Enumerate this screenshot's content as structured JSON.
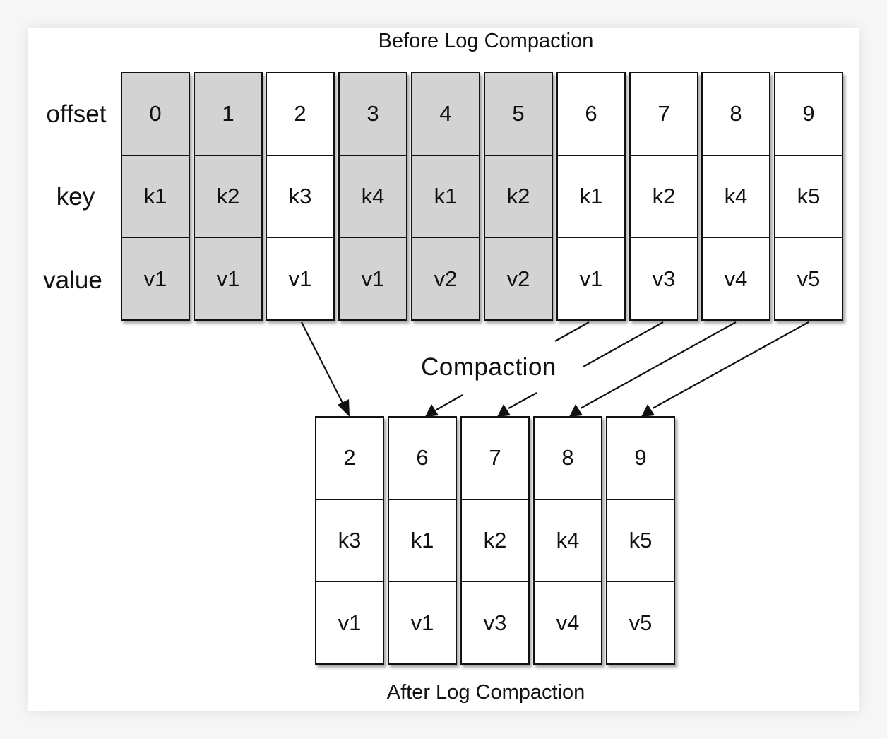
{
  "before": {
    "title": "Before Log Compaction",
    "row_labels": {
      "offset": "offset",
      "key": "key",
      "value": "value"
    },
    "entries": [
      {
        "offset": "0",
        "key": "k1",
        "value": "v1",
        "removed": true
      },
      {
        "offset": "1",
        "key": "k2",
        "value": "v1",
        "removed": true
      },
      {
        "offset": "2",
        "key": "k3",
        "value": "v1",
        "removed": false
      },
      {
        "offset": "3",
        "key": "k4",
        "value": "v1",
        "removed": true
      },
      {
        "offset": "4",
        "key": "k1",
        "value": "v2",
        "removed": true
      },
      {
        "offset": "5",
        "key": "k2",
        "value": "v2",
        "removed": true
      },
      {
        "offset": "6",
        "key": "k1",
        "value": "v1",
        "removed": false
      },
      {
        "offset": "7",
        "key": "k2",
        "value": "v3",
        "removed": false
      },
      {
        "offset": "8",
        "key": "k4",
        "value": "v4",
        "removed": false
      },
      {
        "offset": "9",
        "key": "k5",
        "value": "v5",
        "removed": false
      }
    ]
  },
  "compaction_label": "Compaction",
  "after": {
    "title": "After Log Compaction",
    "entries": [
      {
        "offset": "2",
        "key": "k3",
        "value": "v1"
      },
      {
        "offset": "6",
        "key": "k1",
        "value": "v1"
      },
      {
        "offset": "7",
        "key": "k2",
        "value": "v3"
      },
      {
        "offset": "8",
        "key": "k4",
        "value": "v4"
      },
      {
        "offset": "9",
        "key": "k5",
        "value": "v5"
      }
    ]
  },
  "colors": {
    "removed_fill": "#d3d3d3",
    "kept_fill": "#ffffff",
    "stroke": "#111111"
  }
}
